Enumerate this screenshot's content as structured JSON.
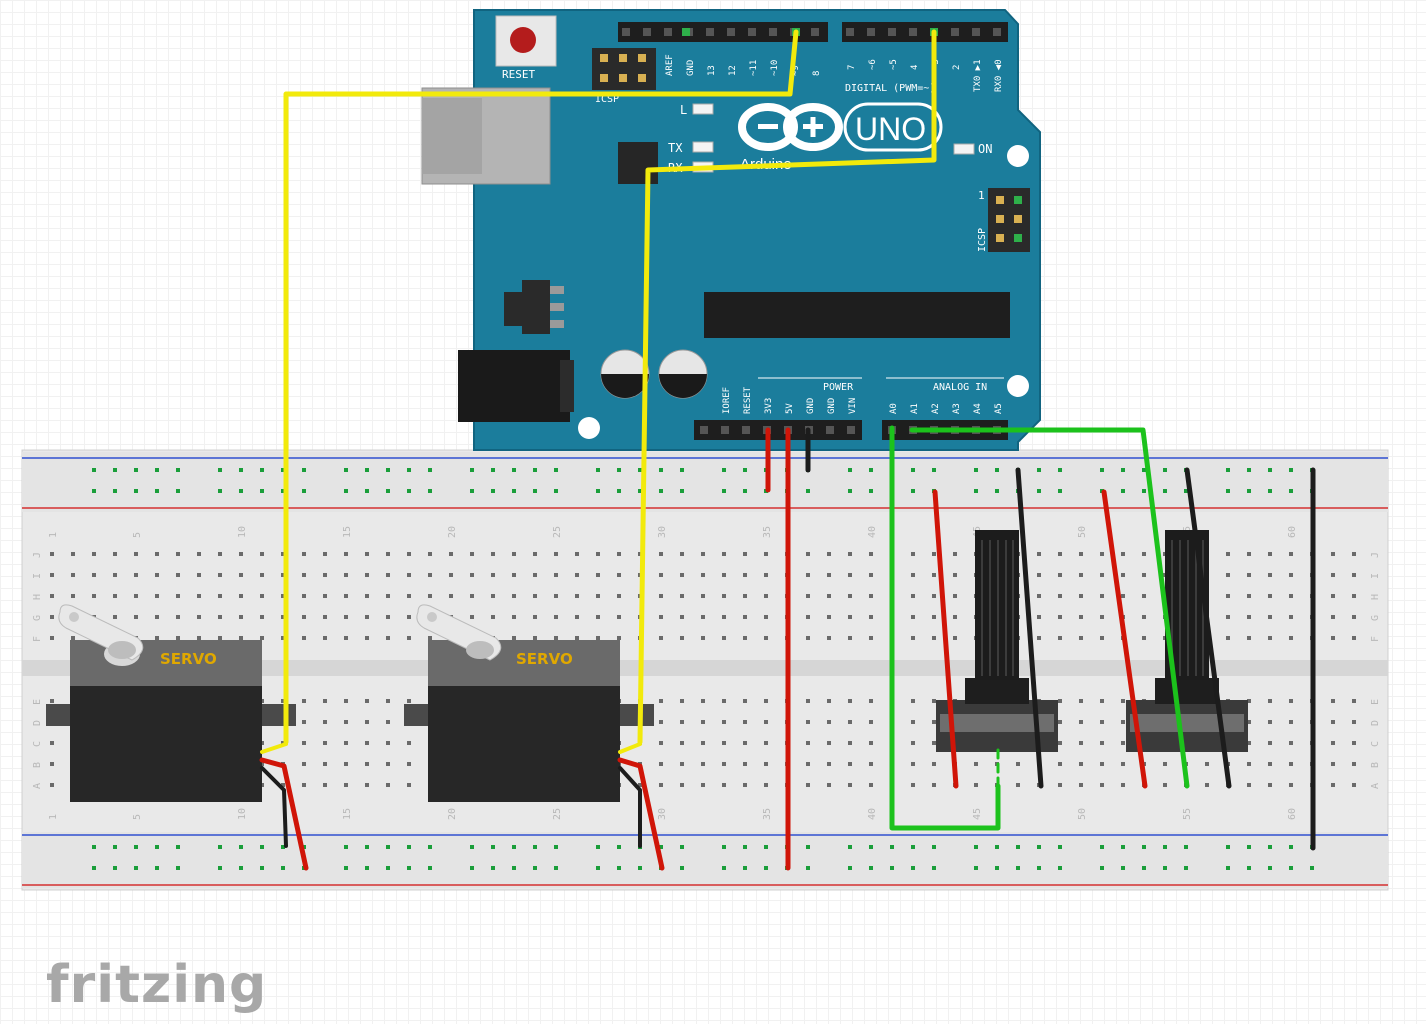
{
  "logo": "fritzing",
  "arduino": {
    "reset_label": "RESET",
    "icsp_label": "ICSP",
    "icsp2_label": "ICSP",
    "icsp2_pin1": "1",
    "brand_model": "UNO",
    "brand_name": "Arduino",
    "led_l": "L",
    "led_tx": "TX",
    "led_rx": "RX",
    "led_on": "ON",
    "digital_header": "DIGITAL (PWM=~)",
    "power_header": "POWER",
    "analog_header": "ANALOG IN",
    "digital_left_pins": [
      "AREF",
      "GND",
      "13",
      "12",
      "~11",
      "~10",
      "~9",
      "8"
    ],
    "digital_right_pins": [
      "7",
      "~6",
      "~5",
      "4",
      "~3",
      "2",
      "TX0 ▶1",
      "RX0 ◀0"
    ],
    "power_pins": [
      "IOREF",
      "RESET",
      "3V3",
      "5V",
      "GND",
      "GND",
      "VIN"
    ],
    "analog_pins": [
      "A0",
      "A1",
      "A2",
      "A3",
      "A4",
      "A5"
    ]
  },
  "breadboard": {
    "top_numbers": [
      "1",
      "5",
      "10",
      "15",
      "20",
      "25",
      "30",
      "35",
      "40",
      "45",
      "50",
      "55",
      "60"
    ],
    "bottom_numbers": [
      "1",
      "5",
      "10",
      "15",
      "20",
      "25",
      "30",
      "35",
      "40",
      "45",
      "50",
      "55",
      "60"
    ],
    "row_letters_upper": [
      "J",
      "I",
      "H",
      "G",
      "F"
    ],
    "row_letters_lower": [
      "E",
      "D",
      "C",
      "B",
      "A"
    ]
  },
  "servos": [
    {
      "label": "SERVO"
    },
    {
      "label": "SERVO"
    }
  ],
  "potentiometers": [
    {
      "label": ""
    },
    {
      "label": ""
    }
  ],
  "colors": {
    "board": "#1b7d9c",
    "board_border": "#116480",
    "wire_yellow": "#f2ea0c",
    "wire_red": "#d01508",
    "wire_black": "#1c1c1c",
    "wire_green": "#1cc21c",
    "hole_green": "#1a9e3a",
    "rail_red": "#d43030",
    "rail_blue": "#3050d0"
  }
}
